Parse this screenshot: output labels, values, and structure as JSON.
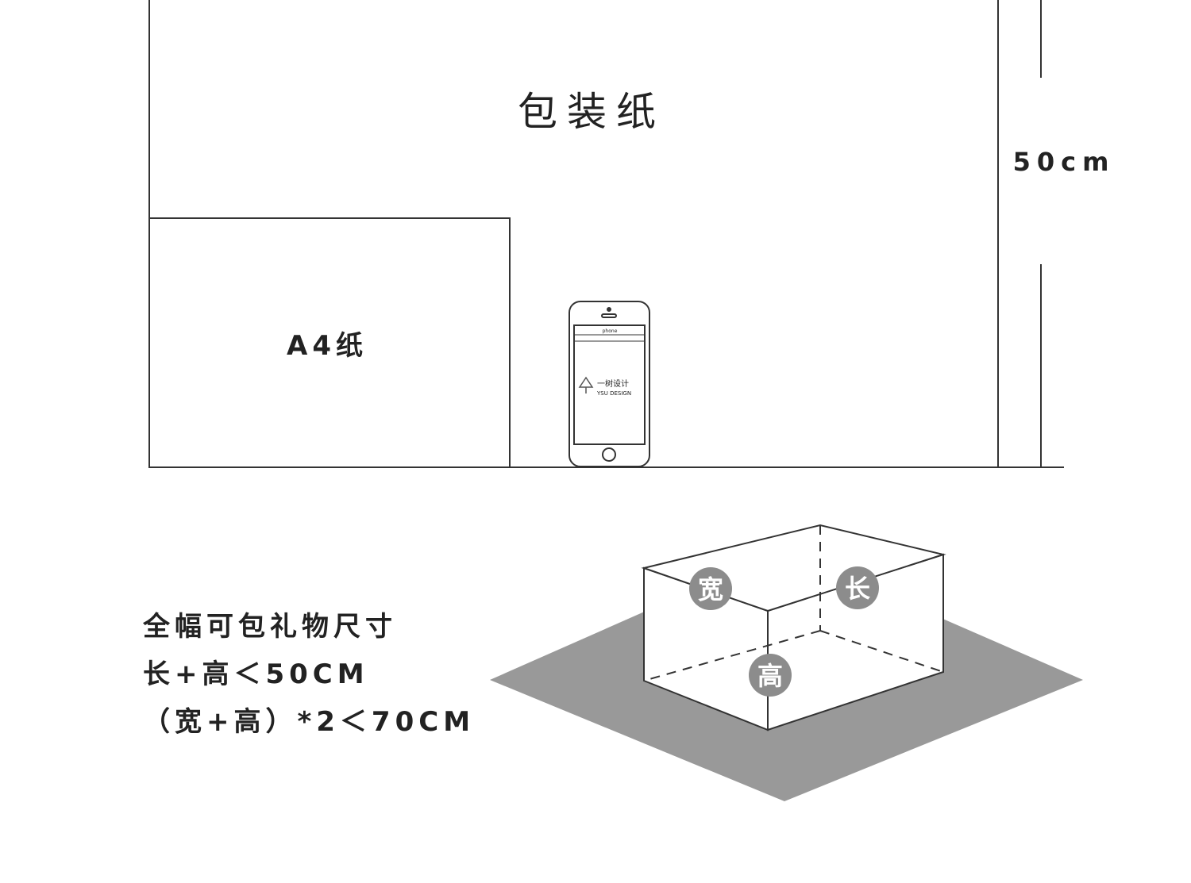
{
  "diagram": {
    "wrapping_paper_label": "包装纸",
    "a4_paper_label": "A4纸",
    "height_label": "50cm",
    "phone": {
      "screen_brand_cn": "一树设计",
      "screen_brand_en": "YSU DESIGN",
      "status_text": "phone"
    }
  },
  "box": {
    "width_badge": "宽",
    "length_badge": "长",
    "height_badge": "高"
  },
  "info": {
    "line1": "全幅可包礼物尺寸",
    "line2": "长+高＜50CM",
    "line3": "（宽+高）*2＜70CM"
  },
  "colors": {
    "line": "#333333",
    "shadow": "#999999",
    "badge": "#8c8c8c"
  }
}
